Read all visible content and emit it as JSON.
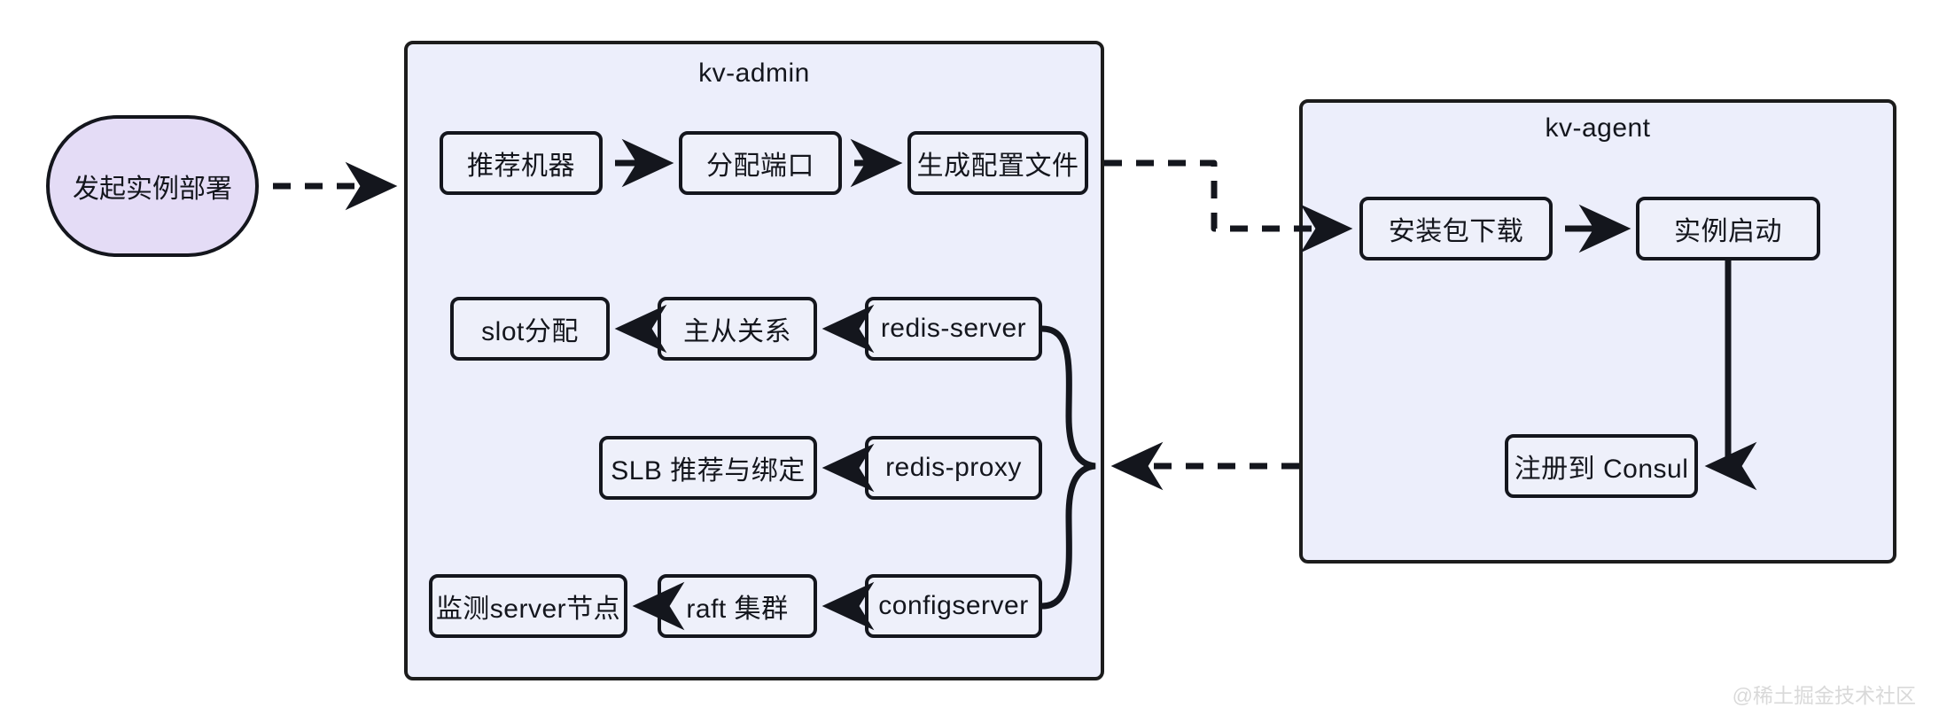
{
  "diagram": {
    "title_hidden": "",
    "watermark": "@稀土掘金技术社区",
    "colors": {
      "container_fill": "#eceefb",
      "node_fill": "#eef0fa",
      "start_fill": "#e4dcf6",
      "stroke": "#14161d",
      "page_bg": "#ffffff",
      "watermark": "#d9d9d9"
    }
  },
  "start": {
    "label": "发起实例部署"
  },
  "kv_admin": {
    "title": "kv-admin",
    "row1": [
      {
        "label": "推荐机器"
      },
      {
        "label": "分配端口"
      },
      {
        "label": "生成配置文件"
      }
    ],
    "row2": [
      {
        "label": "slot分配"
      },
      {
        "label": "主从关系"
      },
      {
        "label": "redis-server"
      }
    ],
    "row3": [
      {
        "label": "SLB 推荐与绑定"
      },
      {
        "label": "redis-proxy"
      }
    ],
    "row4": [
      {
        "label": "监测server节点"
      },
      {
        "label": "raft 集群"
      },
      {
        "label": "configserver"
      }
    ]
  },
  "kv_agent": {
    "title": "kv-agent",
    "nodes": [
      {
        "label": "安装包下载"
      },
      {
        "label": "实例启动"
      },
      {
        "label": "注册到 Consul"
      }
    ]
  },
  "edges": [
    {
      "from": "发起实例部署",
      "to": "kv-admin",
      "style": "dashed"
    },
    {
      "from": "推荐机器",
      "to": "分配端口",
      "style": "solid"
    },
    {
      "from": "分配端口",
      "to": "生成配置文件",
      "style": "solid"
    },
    {
      "from": "生成配置文件",
      "to": "安装包下载",
      "style": "dashed"
    },
    {
      "from": "安装包下载",
      "to": "实例启动",
      "style": "solid"
    },
    {
      "from": "实例启动",
      "to": "注册到 Consul",
      "style": "solid"
    },
    {
      "from": "kv-agent",
      "to": "kv-admin",
      "style": "dashed"
    },
    {
      "from": "redis-server",
      "to": "主从关系",
      "style": "solid"
    },
    {
      "from": "主从关系",
      "to": "slot分配",
      "style": "solid"
    },
    {
      "from": "redis-proxy",
      "to": "SLB 推荐与绑定",
      "style": "solid"
    },
    {
      "from": "configserver",
      "to": "raft 集群",
      "style": "solid"
    },
    {
      "from": "raft 集群",
      "to": "监测server节点",
      "style": "solid"
    }
  ]
}
